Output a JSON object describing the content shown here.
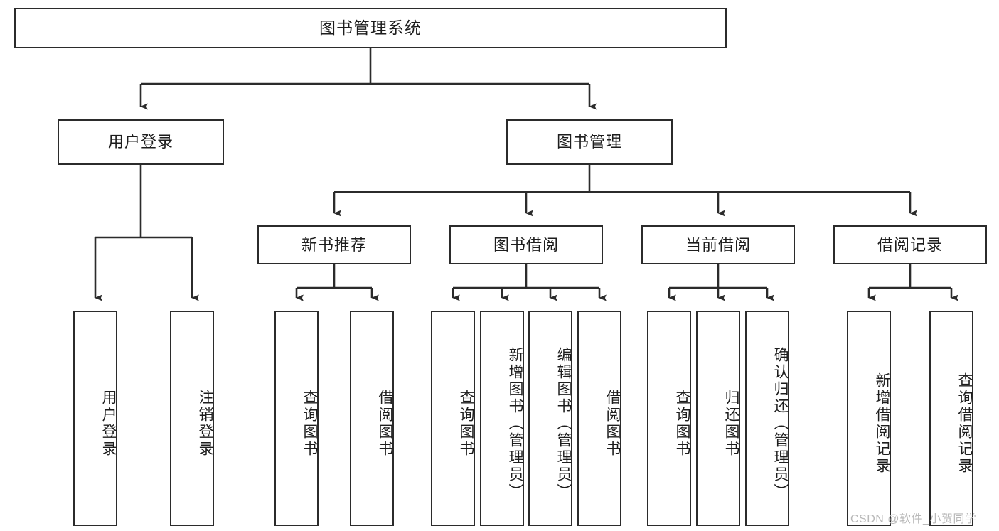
{
  "diagram": {
    "title": "图书管理系统",
    "type": "tree-hierarchy",
    "root": {
      "label": "图书管理系统"
    },
    "level2": [
      {
        "label": "用户登录"
      },
      {
        "label": "图书管理"
      }
    ],
    "level3": [
      {
        "label": "新书推荐"
      },
      {
        "label": "图书借阅"
      },
      {
        "label": "当前借阅"
      },
      {
        "label": "借阅记录"
      }
    ],
    "leaves": {
      "user_login": [
        {
          "label": "用户登录"
        },
        {
          "label": "注销登录"
        }
      ],
      "new_book_recommend": [
        {
          "label": "查询图书"
        },
        {
          "label": "借阅图书"
        }
      ],
      "book_borrow": [
        {
          "label": "查询图书"
        },
        {
          "label": "新增图书（管理员）"
        },
        {
          "label": "编辑图书（管理员）"
        },
        {
          "label": "借阅图书"
        }
      ],
      "current_borrow": [
        {
          "label": "查询图书"
        },
        {
          "label": "归还图书"
        },
        {
          "label": "确认归还（管理员）"
        }
      ],
      "borrow_record": [
        {
          "label": "新增借阅记录"
        },
        {
          "label": "查询借阅记录"
        }
      ]
    }
  },
  "watermark": {
    "text": "CSDN @软件_小贺同学"
  },
  "colors": {
    "border": "#2b2b2b",
    "text": "#1d1d1d",
    "background": "#ffffff",
    "watermark": "#b9b9b9"
  }
}
